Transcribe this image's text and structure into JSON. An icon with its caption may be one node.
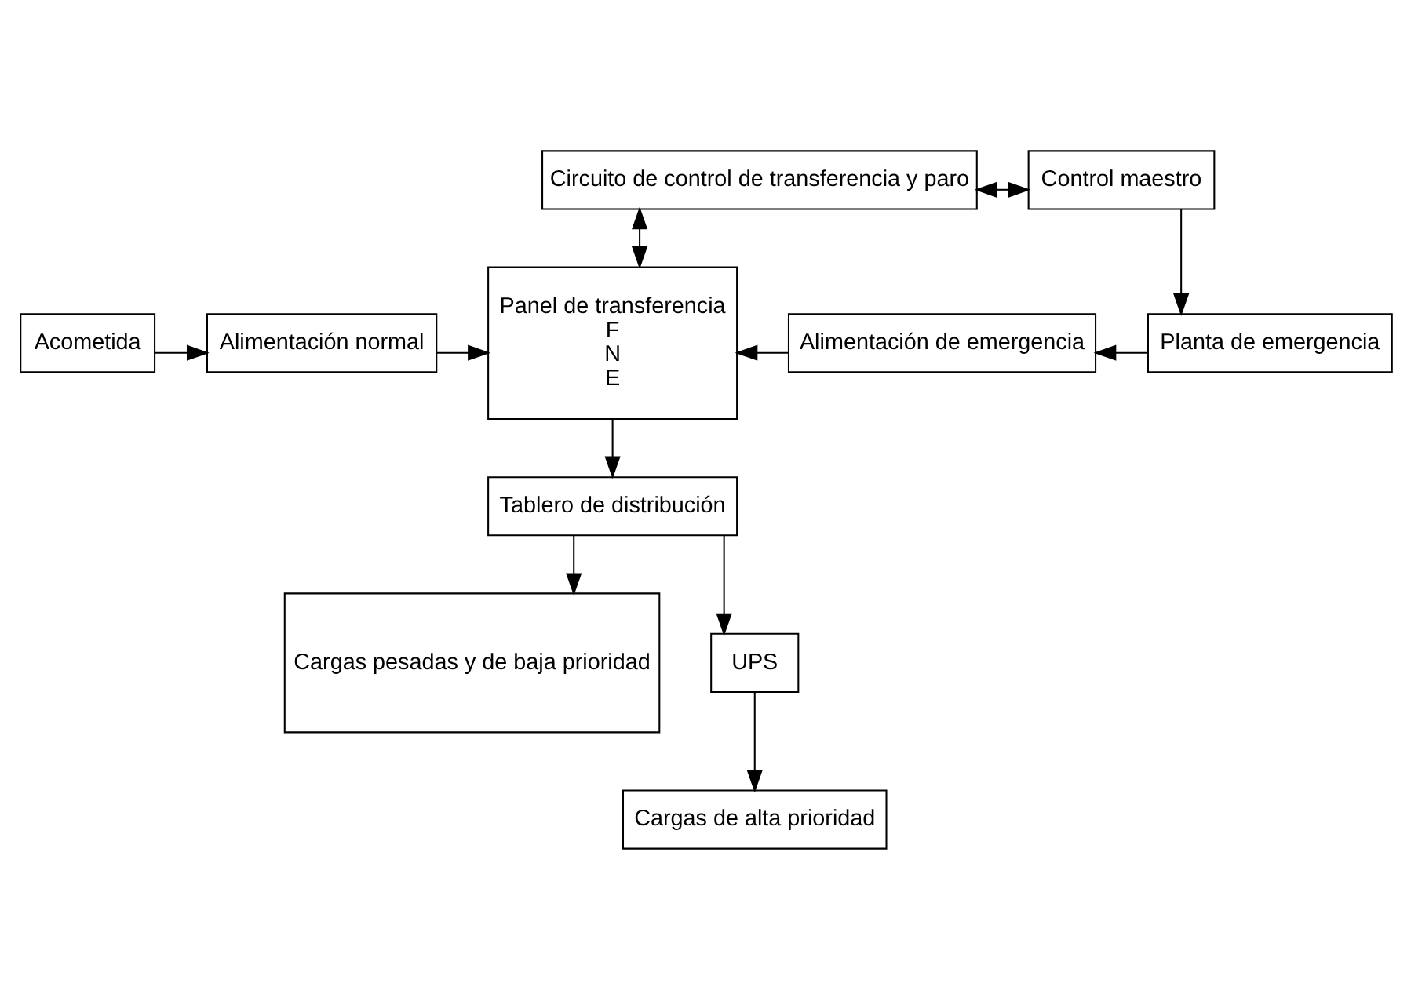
{
  "diagram": {
    "nodes": [
      {
        "text": [
          "Circuito de control de transferencia y paro"
        ]
      },
      {
        "text": [
          "Control maestro"
        ]
      },
      {
        "text": [
          "Panel de transferencia",
          "F",
          "N",
          "E"
        ]
      },
      {
        "text": [
          "Acometida"
        ]
      },
      {
        "text": [
          "Alimentación normal"
        ]
      },
      {
        "text": [
          "Alimentación de emergencia"
        ]
      },
      {
        "text": [
          "Planta de emergencia"
        ]
      },
      {
        "text": [
          "Tablero de distribución"
        ]
      },
      {
        "text": [
          "Cargas pesadas y de baja prioridad"
        ]
      },
      {
        "text": [
          "UPS"
        ]
      },
      {
        "text": [
          "Cargas de alta prioridad"
        ]
      }
    ],
    "edges": [
      {
        "from": 0,
        "to": 1,
        "arrow": "both"
      },
      {
        "from": 0,
        "to": 2,
        "arrow": "both"
      },
      {
        "from": 1,
        "to": 6,
        "arrow": "to"
      },
      {
        "from": 3,
        "to": 4,
        "arrow": "to"
      },
      {
        "from": 4,
        "to": 2,
        "arrow": "to"
      },
      {
        "from": 5,
        "to": 2,
        "arrow": "to"
      },
      {
        "from": 6,
        "to": 5,
        "arrow": "to"
      },
      {
        "from": 2,
        "to": 7,
        "arrow": "to"
      },
      {
        "from": 7,
        "to": 8,
        "arrow": "to"
      },
      {
        "from": 7,
        "to": 9,
        "arrow": "to"
      },
      {
        "from": 9,
        "to": 10,
        "arrow": "to"
      }
    ]
  }
}
